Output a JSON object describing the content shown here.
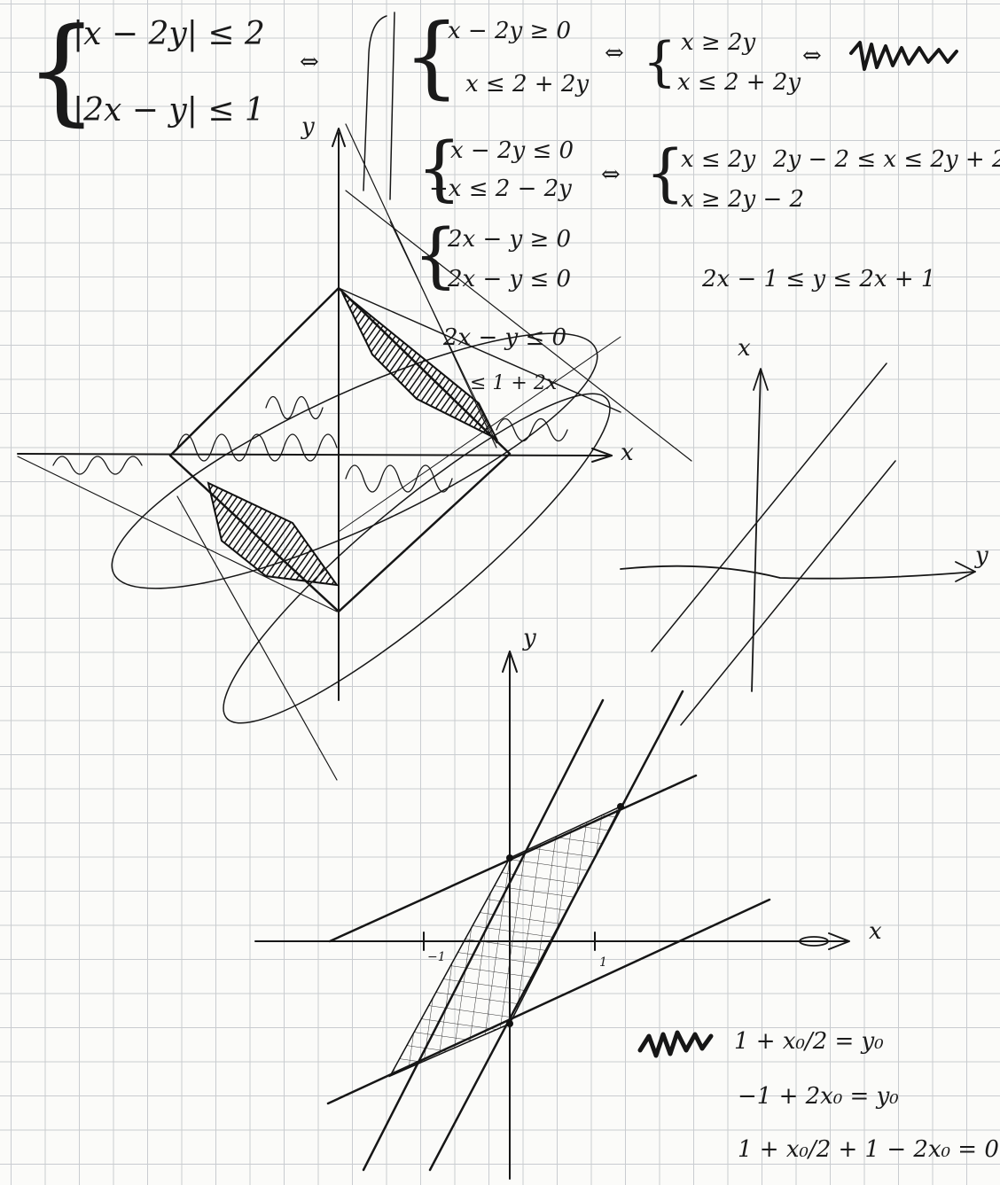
{
  "system": {
    "eq1": "|x − 2y| ≤ 2",
    "eq2": "|2x − y| ≤ 1"
  },
  "implies": "⇔",
  "case_a": {
    "line1": "x − 2y ≥ 0",
    "line2": "x ≤ 2 + 2y",
    "result1": "x ≥ 2y",
    "result2": "x ≤ 2 + 2y"
  },
  "case_b": {
    "line1": "x − 2y ≤ 0",
    "line2": "−x ≤ 2 − 2y",
    "result1": "x ≤ 2y",
    "result2": "x ≥ 2y − 2",
    "combined": "2y − 2 ≤ x ≤ 2y + 2"
  },
  "case_c": {
    "line1": "2x − y ≥ 0",
    "line2": "2x − y ≤ 0",
    "line3": "2x − y ≤ 0",
    "line4": "≤ 1 + 2x"
  },
  "inequality": "2x − 1 ≤ y ≤ 2x + 1",
  "graph1": {
    "x_label": "x",
    "y_label": "y"
  },
  "graph2": {
    "x_label": "x",
    "y_label": "y"
  },
  "graph3": {
    "x_label": "x",
    "y_label": "y",
    "tick_neg": "−1",
    "tick_pos": "1"
  },
  "equations": {
    "eq1": "1 + x₀/2 = y₀",
    "eq2": "−1 + 2x₀ = y₀",
    "eq3": "1 + x₀/2 + 1 − 2x₀ = 0"
  }
}
